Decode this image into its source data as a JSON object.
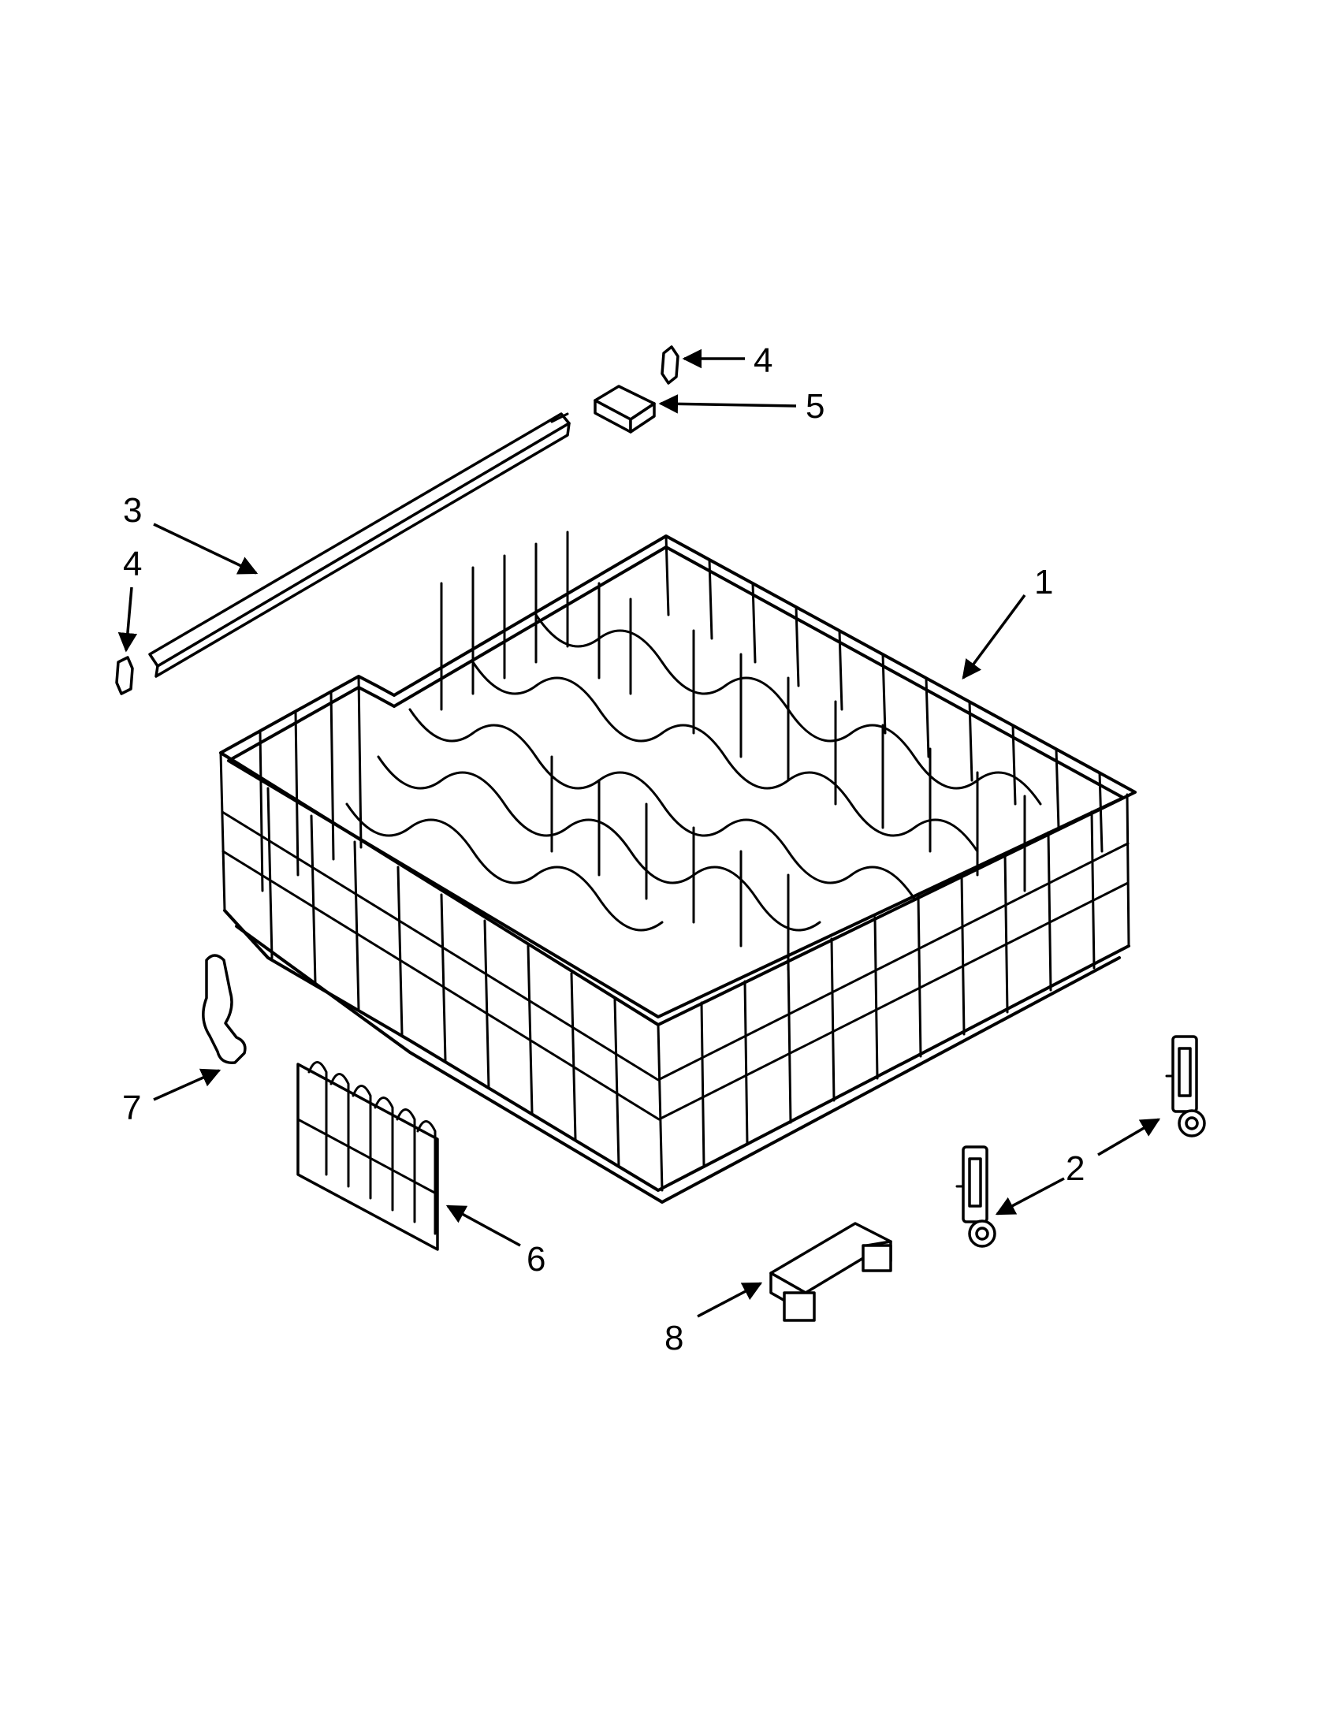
{
  "diagram": {
    "callouts": [
      {
        "id": "c1",
        "label": "1"
      },
      {
        "id": "c2",
        "label": "2"
      },
      {
        "id": "c3",
        "label": "3"
      },
      {
        "id": "c4a",
        "label": "4"
      },
      {
        "id": "c4b",
        "label": "4"
      },
      {
        "id": "c5",
        "label": "5"
      },
      {
        "id": "c6",
        "label": "6"
      },
      {
        "id": "c7",
        "label": "7"
      },
      {
        "id": "c8",
        "label": "8"
      }
    ]
  }
}
